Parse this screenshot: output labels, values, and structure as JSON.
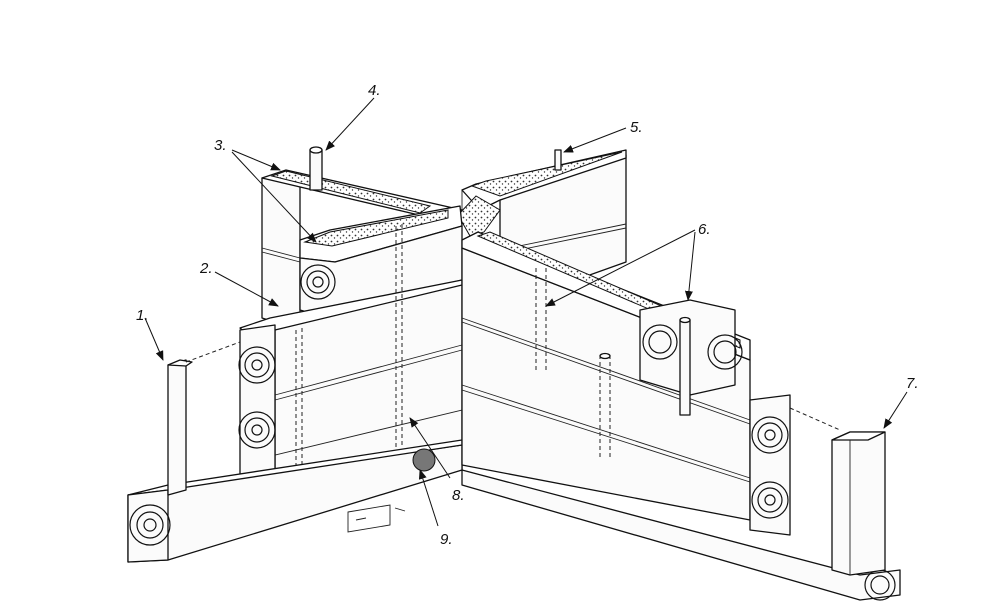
{
  "labels": [
    {
      "id": "label-1",
      "text": "1."
    },
    {
      "id": "label-2",
      "text": "2."
    },
    {
      "id": "label-3",
      "text": "3."
    },
    {
      "id": "label-4",
      "text": "4."
    },
    {
      "id": "label-5",
      "text": "5."
    },
    {
      "id": "label-6",
      "text": "6."
    },
    {
      "id": "label-7",
      "text": "7."
    },
    {
      "id": "label-8",
      "text": "8."
    },
    {
      "id": "label-9",
      "text": "9."
    }
  ]
}
